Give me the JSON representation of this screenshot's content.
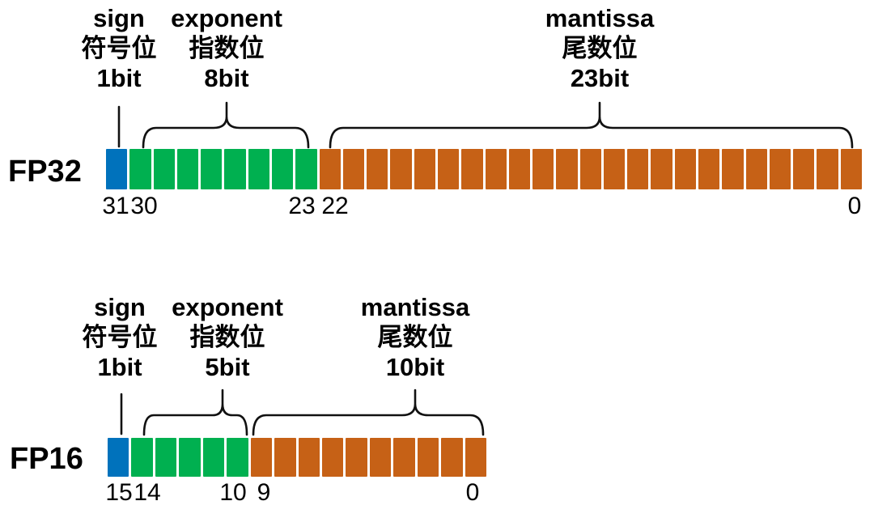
{
  "diagram": {
    "colors": {
      "sign": "#0072BC",
      "exponent": "#00B050",
      "mantissa": "#C66116",
      "line": "#111111",
      "text": "#000000"
    },
    "formats": [
      {
        "name": "FP32",
        "total_bits": 32,
        "fields": [
          {
            "role": "sign",
            "name_en": "sign",
            "name_zh": "符号位",
            "bits_label": "1bit",
            "bits": 1
          },
          {
            "role": "exponent",
            "name_en": "exponent",
            "name_zh": "指数位",
            "bits_label": "8bit",
            "bits": 8
          },
          {
            "role": "mantissa",
            "name_en": "mantissa",
            "name_zh": "尾数位",
            "bits_label": "23bit",
            "bits": 23
          }
        ],
        "bit_index_labels": [
          "31",
          "30",
          "23",
          "22",
          "0"
        ]
      },
      {
        "name": "FP16",
        "total_bits": 16,
        "fields": [
          {
            "role": "sign",
            "name_en": "sign",
            "name_zh": "符号位",
            "bits_label": "1bit",
            "bits": 1
          },
          {
            "role": "exponent",
            "name_en": "exponent",
            "name_zh": "指数位",
            "bits_label": "5bit",
            "bits": 5
          },
          {
            "role": "mantissa",
            "name_en": "mantissa",
            "name_zh": "尾数位",
            "bits_label": "10bit",
            "bits": 10
          }
        ],
        "bit_index_labels": [
          "15",
          "14",
          "10",
          "9",
          "0"
        ]
      }
    ]
  }
}
